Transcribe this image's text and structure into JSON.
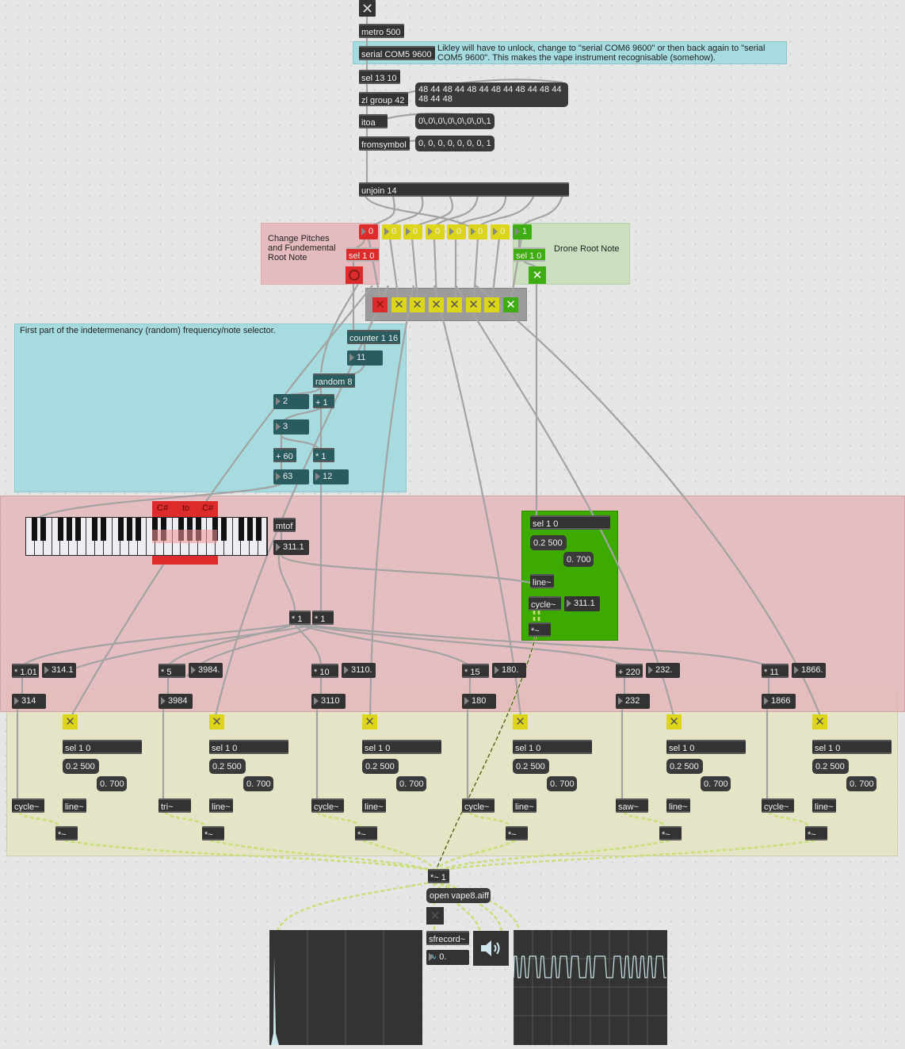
{
  "colors": {
    "canvas": "#e6e6e6",
    "pink_panel": "#e4bcc0",
    "khaki_panel": "#e5e4c6",
    "teal_panel": "#a6dbe0",
    "green_panel": "#3daa00",
    "red": "#dd2b2b",
    "yellow": "#dcd51a",
    "green": "#3eac12",
    "object": "#333333"
  },
  "top": {
    "toggle_icon": "close-x-icon",
    "metro": "metro 500",
    "serial": "serial COM5 9600",
    "serial_comment": "Likley will have to unlock, change to \"serial COM6 9600\" or then back again to \"serial COM5 9600\". This makes the vape instrument recognisable (somehow).",
    "sel": "sel 13 10",
    "zl": "zl group 42",
    "zl_msg": "48 44 48 44 48 44 48 44 48 44 48 44 48 44 48",
    "itoa": "itoa",
    "itoa_msg": "0\\,0\\,0\\,0\\,0\\,0\\,0\\,1",
    "fromsymbol": "fromsymbol",
    "fromsymbol_msg": "0, 0, 0, 0, 0, 0, 0, 1",
    "unjoin": "unjoin 14"
  },
  "switches": {
    "values": [
      "0",
      "0",
      "0",
      "0",
      "0",
      "0",
      "0",
      "1"
    ],
    "pitch_comment": "Change Pitches and Fundemental Root Note",
    "drone_comment": "Drone Root Note",
    "sel_red": "sel 1 0",
    "sel_green": "sel 1 0"
  },
  "random_section": {
    "comment": "First part of the indetermenancy (random) frequency/note selector.",
    "counter": "counter 1 16",
    "counter_value": "11",
    "random": "random 8",
    "num_2": "2",
    "plus1": "+ 1",
    "num_3": "3",
    "plus60": "+ 60",
    "times": "* 1",
    "num_63": "63",
    "num_12": "12"
  },
  "keyboard": {
    "range_label_from": "C#",
    "range_label_to_word": "to",
    "range_label_to": "C#"
  },
  "mtof": {
    "label": "mtof",
    "value": "311.1",
    "mul_a": "* 1",
    "mul_b": "* 1"
  },
  "drone": {
    "sel": "sel 1 0",
    "msg_a": "0.2 500",
    "msg_b": "0. 700",
    "line": "line~",
    "cycle": "cycle~",
    "value": "311.1",
    "mult": "*~"
  },
  "voices": [
    {
      "op": "* 1.01",
      "out": "314.1",
      "freq": "314",
      "osc": "cycle~"
    },
    {
      "op": "* 5",
      "out": "3984.",
      "freq": "3984",
      "osc": "tri~"
    },
    {
      "op": "* 10",
      "out": "3110.",
      "freq": "3110",
      "osc": "cycle~"
    },
    {
      "op": "* 15",
      "out": "180.",
      "freq": "180",
      "osc": "cycle~"
    },
    {
      "op": "+ 220",
      "out": "232.",
      "freq": "232",
      "osc": "saw~"
    },
    {
      "op": "* 11",
      "out": "1866.",
      "freq": "1866",
      "osc": "cycle~"
    }
  ],
  "voice_common": {
    "sel": "sel 1 0",
    "msg_a": "0.2 500",
    "msg_b": "0. 700",
    "line": "line~",
    "mult": "*~"
  },
  "output": {
    "gain": "*~ 1",
    "open_msg": "open vape8.aiff",
    "sfrecord": "sfrecord~",
    "record_time": "0.",
    "speaker_icon": "speaker-icon"
  }
}
